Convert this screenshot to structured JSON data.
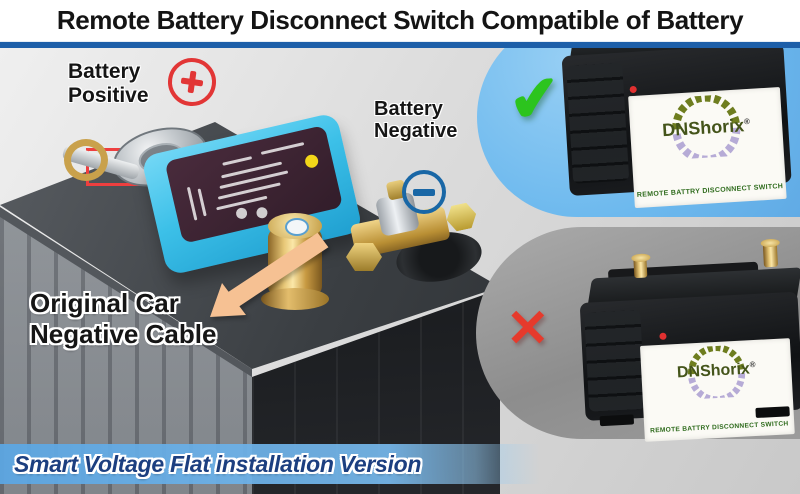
{
  "header": {
    "title": "Remote Battery Disconnect Switch Compatible of Battery"
  },
  "photo": {
    "labels": {
      "positive": {
        "line1": "Battery",
        "line2": "Positive"
      },
      "negative": {
        "line1": "Battery",
        "line2": "Negative"
      },
      "cable": {
        "line1": "Original Car",
        "line2": "Negative Cable"
      }
    },
    "icons": {
      "plus": "+",
      "minus": "−",
      "arrow": "down-left-arrow"
    }
  },
  "comparison": {
    "good": {
      "mark": "✔"
    },
    "bad": {
      "mark": "✕"
    },
    "brand": {
      "name": "DNShorix",
      "registered": "®",
      "tagline": "REMOTE  BATTRY  DISCONNECT  SWITCH"
    }
  },
  "banner": {
    "text": "Smart Voltage Flat installation Version"
  },
  "colors": {
    "divider_blue": "#1d5fa9",
    "positive_red": "#e23636",
    "negative_blue": "#1967a6",
    "check_green": "#2cc41e",
    "cross_red": "#e63a2c",
    "arrow_peach": "#f6c193",
    "highlight_box_red": "#ee3f3f",
    "device_cyan": "#3cc0e8",
    "good_panel_blue": "#6db9ee",
    "bad_panel_gray": "#9b9b9b",
    "banner_blue": "#6fb4e6",
    "banner_text_navy": "#1c3f80",
    "brand_olive": "#6e7d1f",
    "brand_lavender": "#b6abd6",
    "tagline_green": "#2e6b1c"
  }
}
